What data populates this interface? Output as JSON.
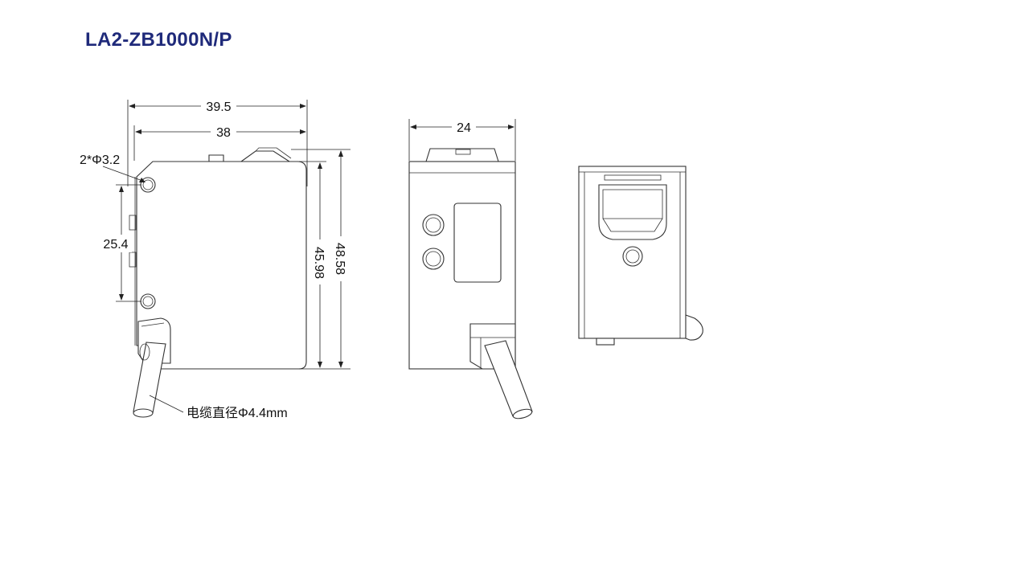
{
  "title": "LA2-ZB1000N/P",
  "dimensions": {
    "overall_width": "39.5",
    "body_width": "38",
    "hole_spec": "2*Φ3.2",
    "hole_pitch": "25.4",
    "body_height": "45.98",
    "overall_height": "48.58",
    "side_width": "24",
    "cable_note": "电缆直径Φ4.4mm"
  },
  "colors": {
    "title": "#1f2a7a",
    "line": "#333333"
  }
}
